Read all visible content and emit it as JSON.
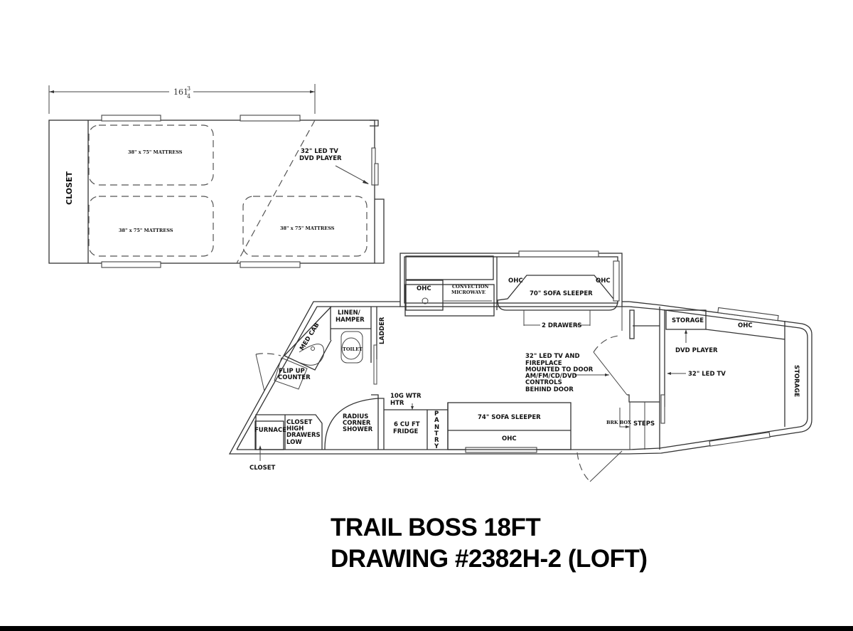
{
  "drawing": {
    "title": "TRAIL BOSS 18FT",
    "subtitle": "DRAWING #2382H-2 (LOFT)"
  },
  "loft_plan": {
    "dimension": {
      "whole": "161",
      "numerator": "3",
      "denominator": "4"
    },
    "labels": {
      "closet": "CLOSET",
      "mattress_1": "38\" x 75\" MATTRESS",
      "mattress_2": "38\" x 75\" MATTRESS",
      "mattress_3": "38\" x 75\" MATTRESS",
      "tv_line1": "32\" LED TV",
      "tv_line2": "DVD PLAYER"
    }
  },
  "main_plan": {
    "labels": {
      "ohc_kitchen": "OHC",
      "convection_1": "CONVECTION",
      "convection_2": "MICROWAVE",
      "ohc_left": "OHC",
      "ohc_right": "OHC",
      "sofa_70": "70\" SOFA SLEEPER",
      "drawers": "2 DRAWERS",
      "linen_1": "LINEN/",
      "linen_2": "HAMPER",
      "ladder": "LADDER",
      "med_cab": "MED CAB",
      "toilet": "TOILET",
      "flip_1": "FLIP UP",
      "flip_2": "COUNTER",
      "wtr_1": "10G WTR",
      "wtr_2": "HTR",
      "furnace": "FURNACE",
      "closet_1": "CLOSET",
      "closet_2": "HIGH",
      "closet_3": "DRAWERS",
      "closet_4": "LOW",
      "shower_1": "RADIUS",
      "shower_2": "CORNER",
      "shower_3": "SHOWER",
      "fridge_1": "6 CU FT",
      "fridge_2": "FRIDGE",
      "pantry": [
        "P",
        "A",
        "N",
        "T",
        "R",
        "Y"
      ],
      "sofa_74": "74\" SOFA SLEEPER",
      "ohc_bottom": "OHC",
      "closet_bottom": "CLOSET",
      "tv_door_1": "32\" LED TV AND",
      "tv_door_2": "FIREPLACE",
      "tv_door_3": "MOUNTED TO DOOR",
      "tv_door_4": "AM/FM/CD/DVD",
      "tv_door_5": "CONTROLS",
      "tv_door_6": "BEHIND DOOR",
      "brk_box": "BRK BOX",
      "steps": "STEPS",
      "storage_top": "STORAGE",
      "ohc_nose": "OHC",
      "dvd_player": "DVD PLAYER",
      "led_tv": "32\" LED TV",
      "storage_nose": "STORAGE"
    }
  }
}
